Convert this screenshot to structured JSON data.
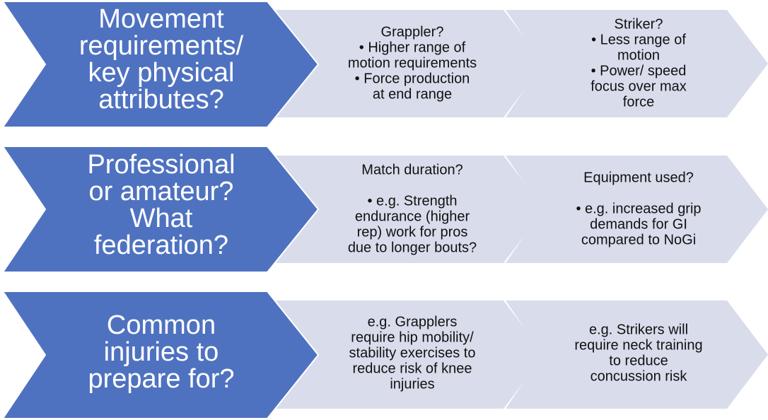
{
  "colors": {
    "primary_chevron": "#4F72C0",
    "secondary_chevron": "#D9DCEB",
    "primary_text": "#FFFFFF",
    "secondary_text": "#111111"
  },
  "rows": [
    {
      "heading": [
        "Movement",
        "requirements/",
        "key physical",
        "attributes?"
      ],
      "boxes": [
        [
          "Grappler?",
          "• Higher range of",
          "motion requirements",
          "• Force production",
          "at end range"
        ],
        [
          "Striker?",
          "• Less range of",
          "motion",
          "• Power/ speed",
          "focus over max",
          "force"
        ]
      ]
    },
    {
      "heading": [
        "Professional",
        "or amateur?",
        "What",
        "federation?"
      ],
      "boxes": [
        [
          "Match duration?",
          "",
          "• e.g. Strength",
          "endurance (higher",
          "rep) work for pros",
          "due to longer bouts?"
        ],
        [
          "Equipment used?",
          "",
          "• e.g. increased grip",
          "demands for GI",
          "compared to NoGi"
        ]
      ]
    },
    {
      "heading": [
        "Common",
        "injuries to",
        "prepare for?"
      ],
      "boxes": [
        [
          "e.g. Grapplers",
          "require hip mobility/",
          "stability exercises to",
          "reduce risk of knee",
          "injuries"
        ],
        [
          "e.g. Strikers will",
          "require neck training",
          "to reduce",
          "concussion risk"
        ]
      ]
    }
  ]
}
